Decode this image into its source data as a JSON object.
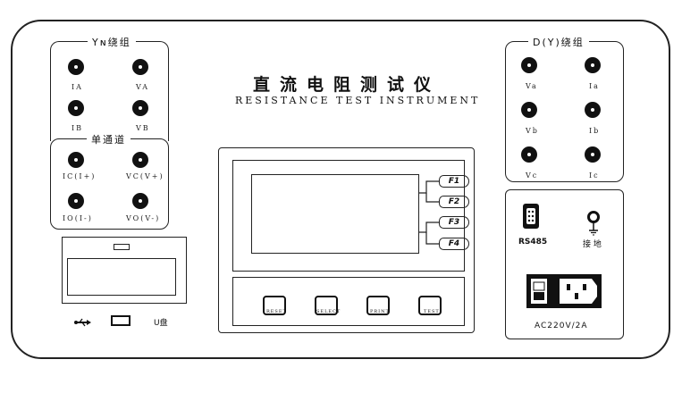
{
  "title_cn": "直流电阻测试仪",
  "title_en": "RESISTANCE TEST INSTRUMENT",
  "yn_group": {
    "title": "Yɴ绕组",
    "terminals": [
      "IA",
      "VA",
      "IB",
      "VB"
    ]
  },
  "single_channel": {
    "title": "单通道",
    "terminals": [
      "IC(I+)",
      "VC(V+)",
      "IO(I-)",
      "VO(V-)"
    ]
  },
  "d_group": {
    "title": "D(Y)绕组",
    "terminals": [
      "Va",
      "Ia",
      "Vb",
      "Ib",
      "Vc",
      "Ic"
    ]
  },
  "function_keys": [
    "F1",
    "F2",
    "F3",
    "F4"
  ],
  "buttons": [
    "RESET",
    "SELECT",
    "PRINT",
    "TEST"
  ],
  "rs485_label": "RS485",
  "ground_label": "接 地",
  "power_label": "AC220V/2A",
  "usb_label": "U盘"
}
